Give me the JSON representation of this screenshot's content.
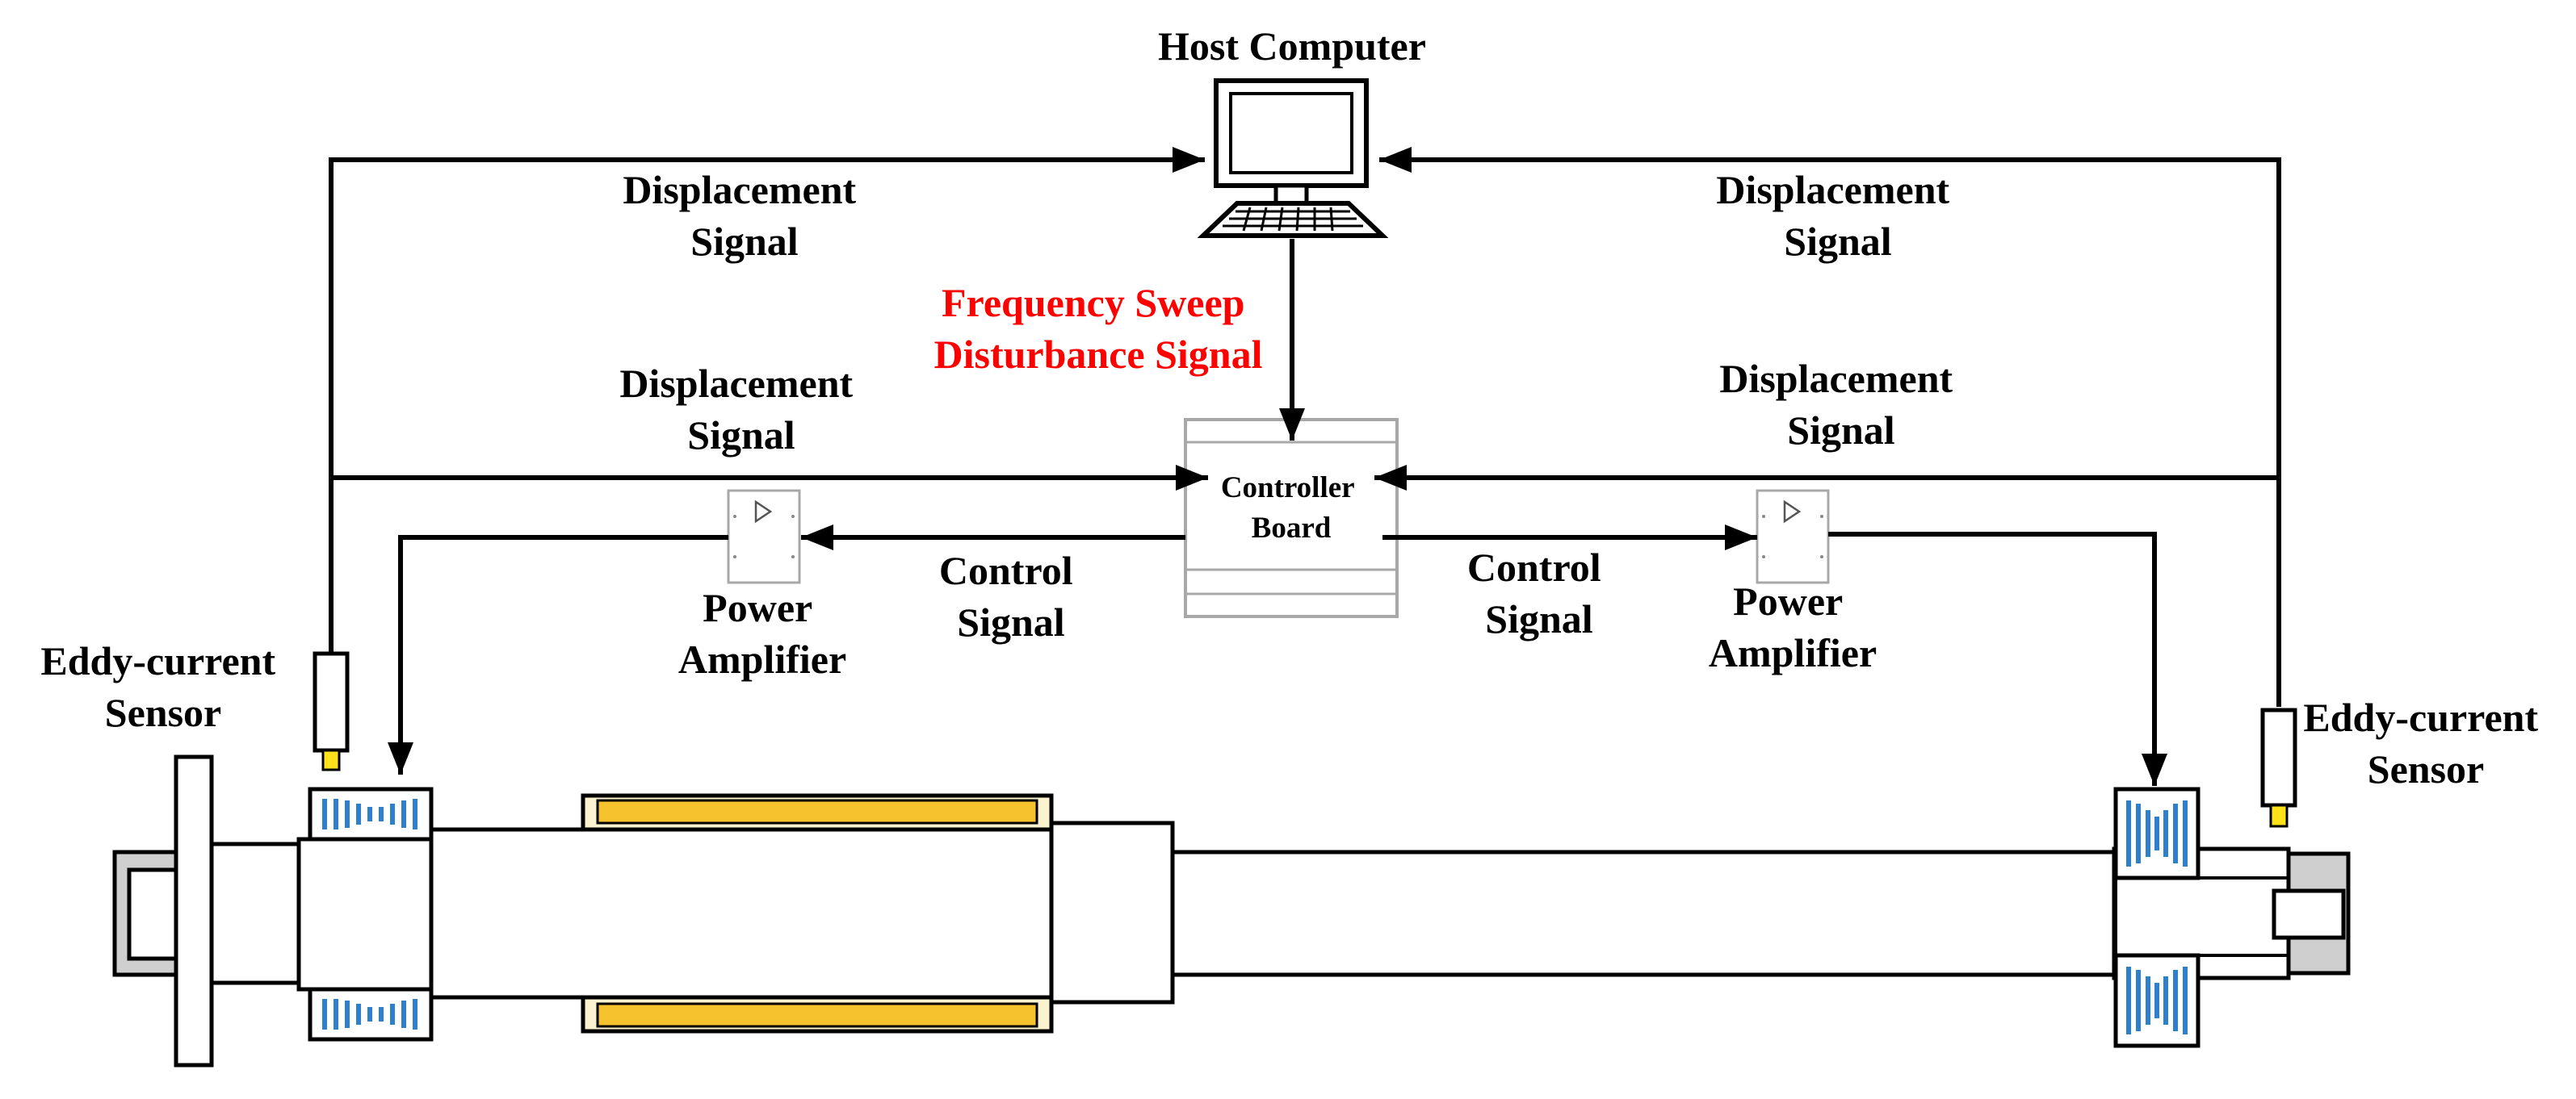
{
  "labels": {
    "host_computer": "Host Computer",
    "displacement_signal": [
      "Displacement",
      "Signal"
    ],
    "frequency_sweep": [
      "Frequency Sweep",
      "Disturbance Signal"
    ],
    "controller_board": [
      "Controller",
      "Board"
    ],
    "control_signal": [
      "Control",
      "Signal"
    ],
    "power_amplifier": [
      "Power",
      "Amplifier"
    ],
    "eddy_current_sensor": [
      "Eddy-current",
      "Sensor"
    ]
  },
  "colors": {
    "disturbance_text": "#ff0000",
    "coil_blue": "#2f7fd1",
    "sensor_tip": "#ffe21a",
    "motor_stator": "#f6c32f",
    "motor_frame": "#fbf3cf",
    "end_cap_gray": "#cfcfcf"
  },
  "icons": {
    "host": "computer-icon",
    "amplifier": "amplifier-icon",
    "sensor": "sensor-icon"
  }
}
